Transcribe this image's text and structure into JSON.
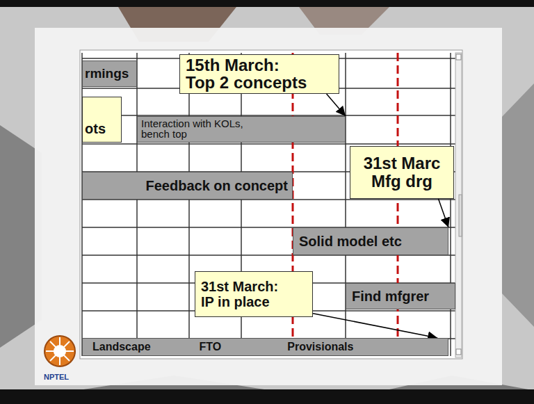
{
  "diagram": {
    "nodes": [
      {
        "text": [
          "15th March: Top 2 concepts"
        ]
      },
      {
        "text": [
          "rmings"
        ]
      },
      {
        "text": [
          "ots"
        ]
      },
      {
        "text": [
          "Interaction with KOLs, bench top"
        ]
      },
      {
        "text": [
          "31st Marc Mfg drg"
        ]
      },
      {
        "text": [
          "Feedback on concept"
        ]
      },
      {
        "text": [
          "Solid model etc"
        ]
      },
      {
        "text": [
          "31st March: IP in place"
        ]
      },
      {
        "text": [
          "Find mfgrer"
        ]
      },
      {
        "text": [
          "Landscape",
          "FTO",
          "Provisionals"
        ]
      }
    ],
    "edges": [
      {
        "from": 0,
        "to": 3,
        "arrow": "to"
      },
      {
        "from": 4,
        "to": 6,
        "arrow": "to"
      },
      {
        "from": 7,
        "to": 9,
        "arrow": "to"
      }
    ],
    "labels": [
      "NPTEL"
    ]
  }
}
